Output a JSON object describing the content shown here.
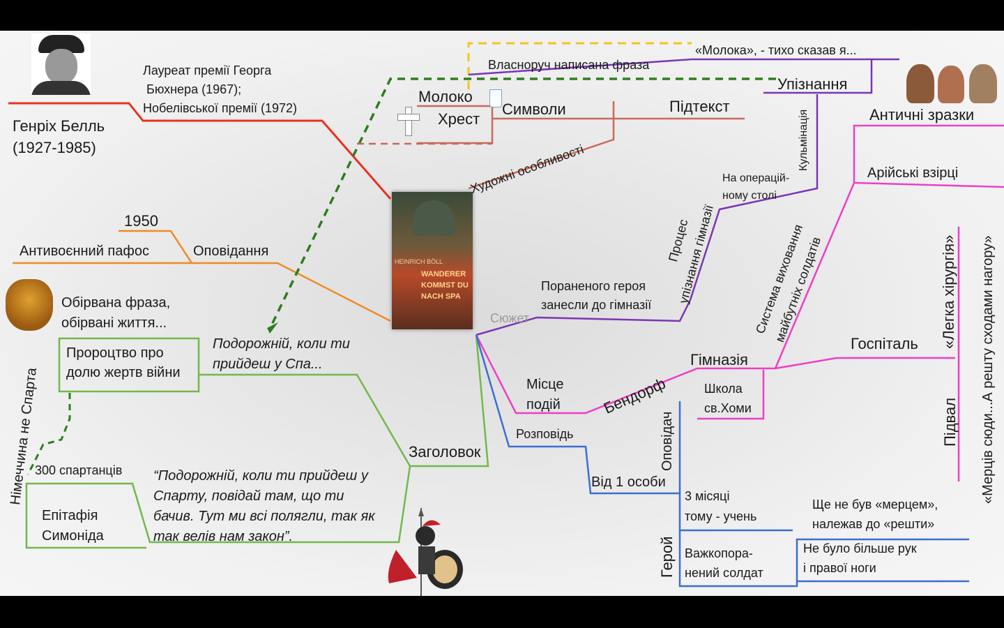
{
  "author": {
    "name": "Генріх Белль",
    "years": "(1927-1985)",
    "awards_1": "Лауреат премії Георга",
    "awards_2": "Бюхнера (1967);",
    "awards_3": "Нобелівської премії (1972)"
  },
  "genre": {
    "year": "1950",
    "label": "Оповідання",
    "pathos": "Антивоєнний пафос"
  },
  "broken": {
    "line1": "Обірвана фраза,",
    "line2": "обірвані життя..."
  },
  "title_branch": {
    "prophecy_1": "Пророцтво про",
    "prophecy_2": "долю жертв війни",
    "quote_1": "Подорожній, коли ти",
    "quote_2": "прийдеш у Спа...",
    "label": "Заголовок",
    "spartans": "300 спартанців",
    "epitaph_1": "Епітафія",
    "epitaph_2": "Симоніда",
    "vertical": "Німеччина не Спарта",
    "poem_1": "“Подорожній, коли ти прийдеш у",
    "poem_2": "Спарту, повідай там, що ти",
    "poem_3": "бачив. Тут ми всі полягли, так як",
    "poem_4": "так велів нам закон”."
  },
  "symbols": {
    "milk": "Молоко",
    "cross": "Хрест",
    "label": "Символи",
    "subtext": "Підтекст",
    "features": "Художні особливості",
    "handwritten": "Власноруч написана фраза",
    "milk_quote": "«Молока», - тихо сказав я...",
    "recognition": "Упізнання",
    "climax": "Кульмінація"
  },
  "plot": {
    "label": "Сюжет",
    "wounded_1": "Пораненого героя",
    "wounded_2": "занесли до гімназії",
    "process_1": "Процес",
    "process_2": "упізнання гімназії",
    "table_1": "На операцій-",
    "table_2": "ному столі"
  },
  "place": {
    "label_1": "Місце",
    "label_2": "подій",
    "town": "Бендорф",
    "gym": "Гімназія",
    "school_1": "Школа",
    "school_2": "св.Хоми",
    "hospital": "Госпіталь",
    "system_1": "Система виховання",
    "system_2": "майбутніх солдатів",
    "antique": "Античні зразки",
    "aryan": "Арійські взірці",
    "surgery": "«Легка хірургія»",
    "basement": "Підвал",
    "dead": "«Мерців сюди...А решту сходами нагору»"
  },
  "narration": {
    "label": "Розповідь",
    "first_person": "Від 1 особи",
    "narrator": "Оповідач",
    "months_1": "3 місяці",
    "months_2": "тому - учень",
    "hero": "Герой",
    "wounded_1": "Важкопора-",
    "wounded_2": "нений солдат",
    "not_dead_1": "Ще не був «мерцем»,",
    "not_dead_2": "належав до «решти»",
    "no_arms_1": "Не було більше рук",
    "no_arms_2": "і правої ноги"
  },
  "book": {
    "author": "HEINRICH BÖLL",
    "title_1": "WANDERER",
    "title_2": "KOMMST DU",
    "title_3": "NACH SPA"
  },
  "colors": {
    "red": "#e8321e",
    "orange": "#f08a24",
    "green_dark": "#2e7d1e",
    "green": "#72b84c",
    "brown": "#c86a5a",
    "yellow": "#f5c518",
    "purple": "#7b35b5",
    "blue": "#3a6fd0",
    "pink": "#ee3fc4"
  }
}
